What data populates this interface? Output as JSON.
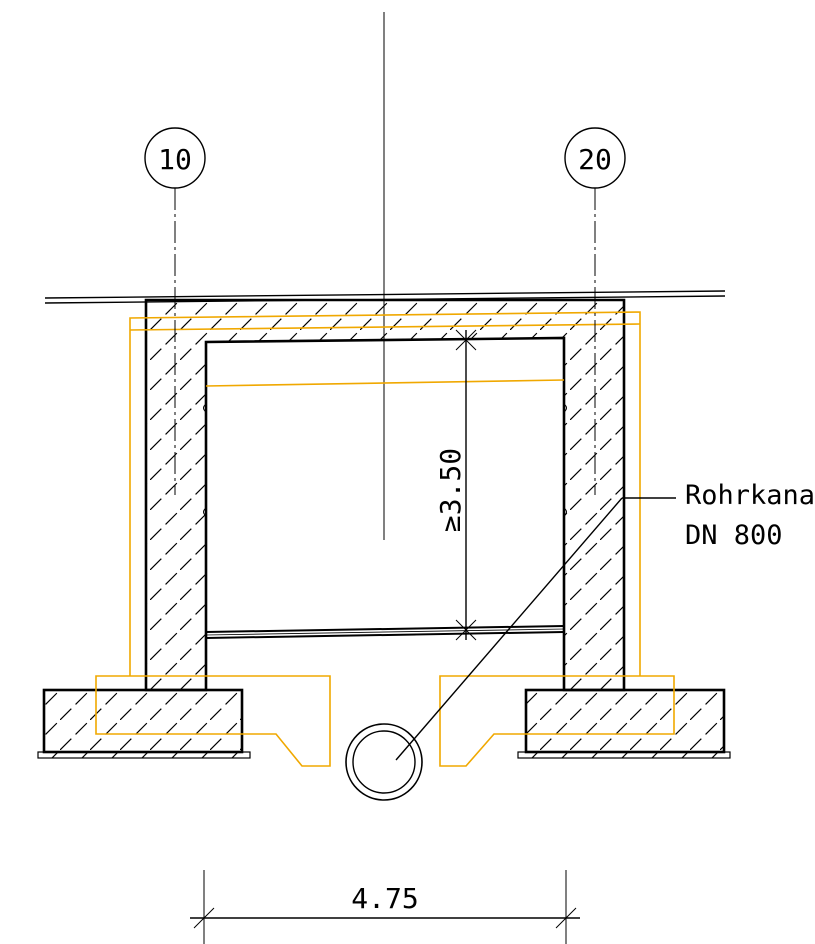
{
  "axis_markers": [
    {
      "label": "10"
    },
    {
      "label": "20"
    }
  ],
  "annotations": {
    "height_dimension": "≥3.50",
    "width_dimension": "4.75",
    "callout_line1": "Rohrkanal",
    "callout_line2": "DN 800"
  },
  "colors": {
    "line": "#000000",
    "overlay": "#f0a800",
    "background": "#ffffff"
  }
}
